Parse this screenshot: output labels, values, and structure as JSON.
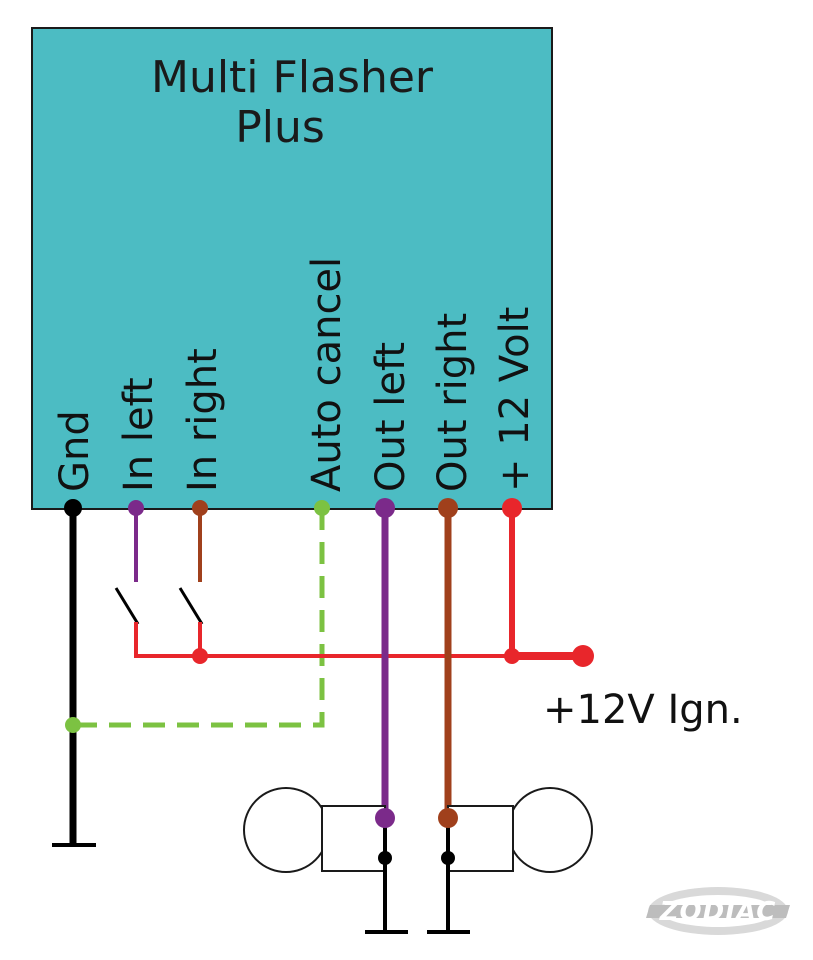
{
  "module": {
    "title_line1": "Multi Flasher",
    "title_line2": "Plus",
    "fill_color": "#4cbcc3"
  },
  "pins": [
    {
      "id": "gnd",
      "label": "Gnd",
      "color": "#000000"
    },
    {
      "id": "in-left",
      "label": "In left",
      "color": "#7b2a8a"
    },
    {
      "id": "in-right",
      "label": "In right",
      "color": "#a0401c"
    },
    {
      "id": "auto-cancel",
      "label": "Auto cancel",
      "color": "#7cc242"
    },
    {
      "id": "out-left",
      "label": "Out left",
      "color": "#7b2a8a"
    },
    {
      "id": "out-right",
      "label": "Out right",
      "color": "#a0401c"
    },
    {
      "id": "plus-12-volt",
      "label": "+ 12 Volt",
      "color": "#e8262b"
    }
  ],
  "supply": {
    "label": "+12V Ign.",
    "color": "#e8262b"
  },
  "logo": {
    "text": "ZODIAC"
  }
}
